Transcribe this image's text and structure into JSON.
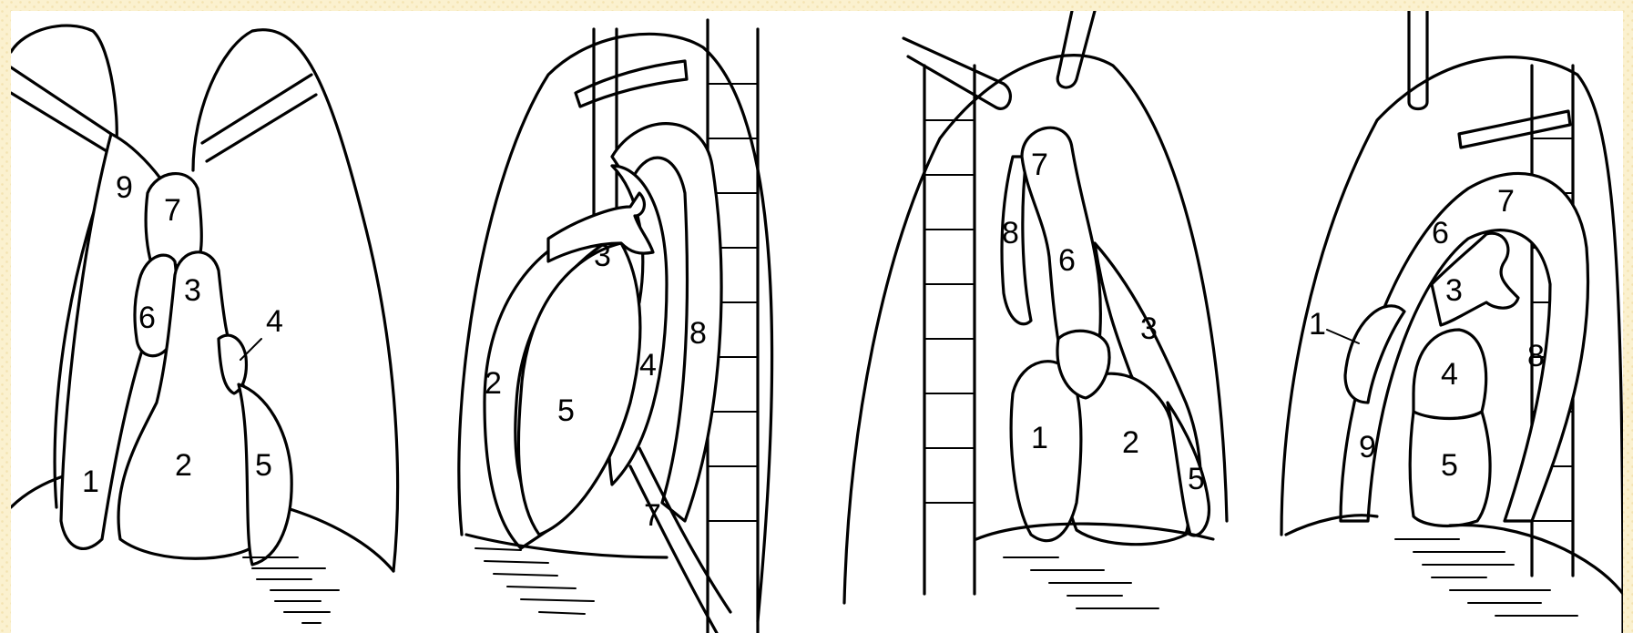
{
  "panels": [
    {
      "id": "panel-1",
      "labels": [
        {
          "key": "1",
          "text": "1"
        },
        {
          "key": "2",
          "text": "2"
        },
        {
          "key": "3",
          "text": "3"
        },
        {
          "key": "4",
          "text": "4"
        },
        {
          "key": "5",
          "text": "5"
        },
        {
          "key": "6",
          "text": "6"
        },
        {
          "key": "7",
          "text": "7"
        },
        {
          "key": "9",
          "text": "9"
        }
      ]
    },
    {
      "id": "panel-2",
      "labels": [
        {
          "key": "2",
          "text": "2"
        },
        {
          "key": "3",
          "text": "3"
        },
        {
          "key": "4",
          "text": "4"
        },
        {
          "key": "5",
          "text": "5"
        },
        {
          "key": "7",
          "text": "7"
        },
        {
          "key": "8",
          "text": "8"
        }
      ]
    },
    {
      "id": "panel-3",
      "labels": [
        {
          "key": "1",
          "text": "1"
        },
        {
          "key": "2",
          "text": "2"
        },
        {
          "key": "3",
          "text": "3"
        },
        {
          "key": "5",
          "text": "5"
        },
        {
          "key": "6",
          "text": "6"
        },
        {
          "key": "7",
          "text": "7"
        },
        {
          "key": "8",
          "text": "8"
        }
      ]
    },
    {
      "id": "panel-4",
      "labels": [
        {
          "key": "1",
          "text": "1"
        },
        {
          "key": "3",
          "text": "3"
        },
        {
          "key": "4",
          "text": "4"
        },
        {
          "key": "5",
          "text": "5"
        },
        {
          "key": "6",
          "text": "6"
        },
        {
          "key": "7",
          "text": "7"
        },
        {
          "key": "8",
          "text": "8"
        },
        {
          "key": "9",
          "text": "9"
        }
      ]
    }
  ]
}
